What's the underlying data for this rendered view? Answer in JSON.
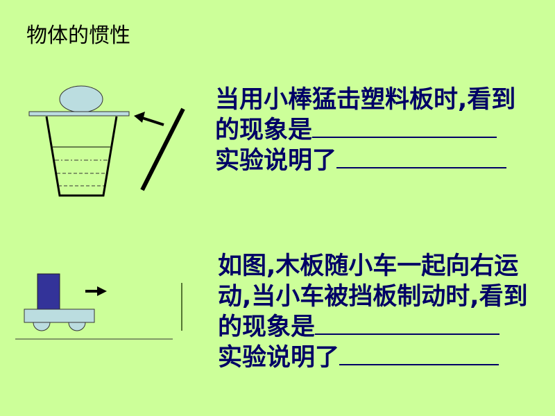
{
  "slide": {
    "title": "物体的惯性",
    "question1": {
      "line1": "当用小棒猛击塑料板时,看到",
      "line2": "的现象是",
      "line3": "实验说明了"
    },
    "question2": {
      "line1": "如图,木板随小车一起向右运",
      "line2": "动,当小车被挡板制动时,看到",
      "line3": "的现象是",
      "line4": "实验说明了"
    }
  },
  "colors": {
    "background": "#ccff99",
    "text": "#000066",
    "block": "#333399",
    "light": "#bbdde0"
  }
}
